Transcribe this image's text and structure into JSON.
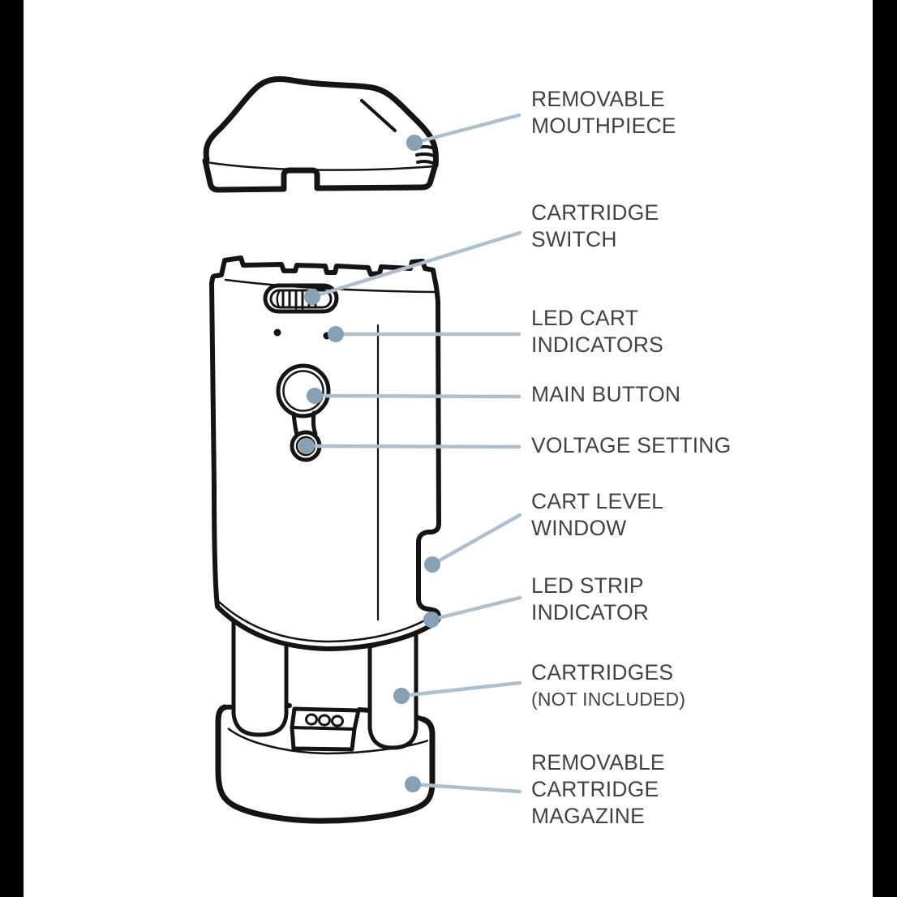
{
  "figure": {
    "type": "exploded-parts-diagram",
    "background_color": "#ffffff",
    "edge_bar_color": "#000000",
    "outline_color": "#141414",
    "leader_line_color": "#aec0d0",
    "callout_dot_color": "#87a0b4",
    "label_text_color": "#3f4347"
  },
  "labels": [
    {
      "id": "removable-mouthpiece",
      "lines": [
        "REMOVABLE",
        "MOUTHPIECE"
      ]
    },
    {
      "id": "cartridge-switch",
      "lines": [
        "CARTRIDGE",
        "SWITCH"
      ]
    },
    {
      "id": "led-cart-indicators",
      "lines": [
        "LED CART",
        "INDICATORS"
      ]
    },
    {
      "id": "main-button",
      "lines": [
        "MAIN BUTTON"
      ]
    },
    {
      "id": "voltage-setting",
      "lines": [
        "VOLTAGE SETTING"
      ]
    },
    {
      "id": "cart-level-window",
      "lines": [
        "CART LEVEL",
        "WINDOW"
      ]
    },
    {
      "id": "led-strip-indicator",
      "lines": [
        "LED STRIP",
        "INDICATOR"
      ]
    },
    {
      "id": "cartridges",
      "lines": [
        "CARTRIDGES"
      ],
      "sub": "(NOT INCLUDED)"
    },
    {
      "id": "removable-cartridge-magazine",
      "lines": [
        "REMOVABLE",
        "CARTRIDGE",
        "MAGAZINE"
      ]
    }
  ]
}
